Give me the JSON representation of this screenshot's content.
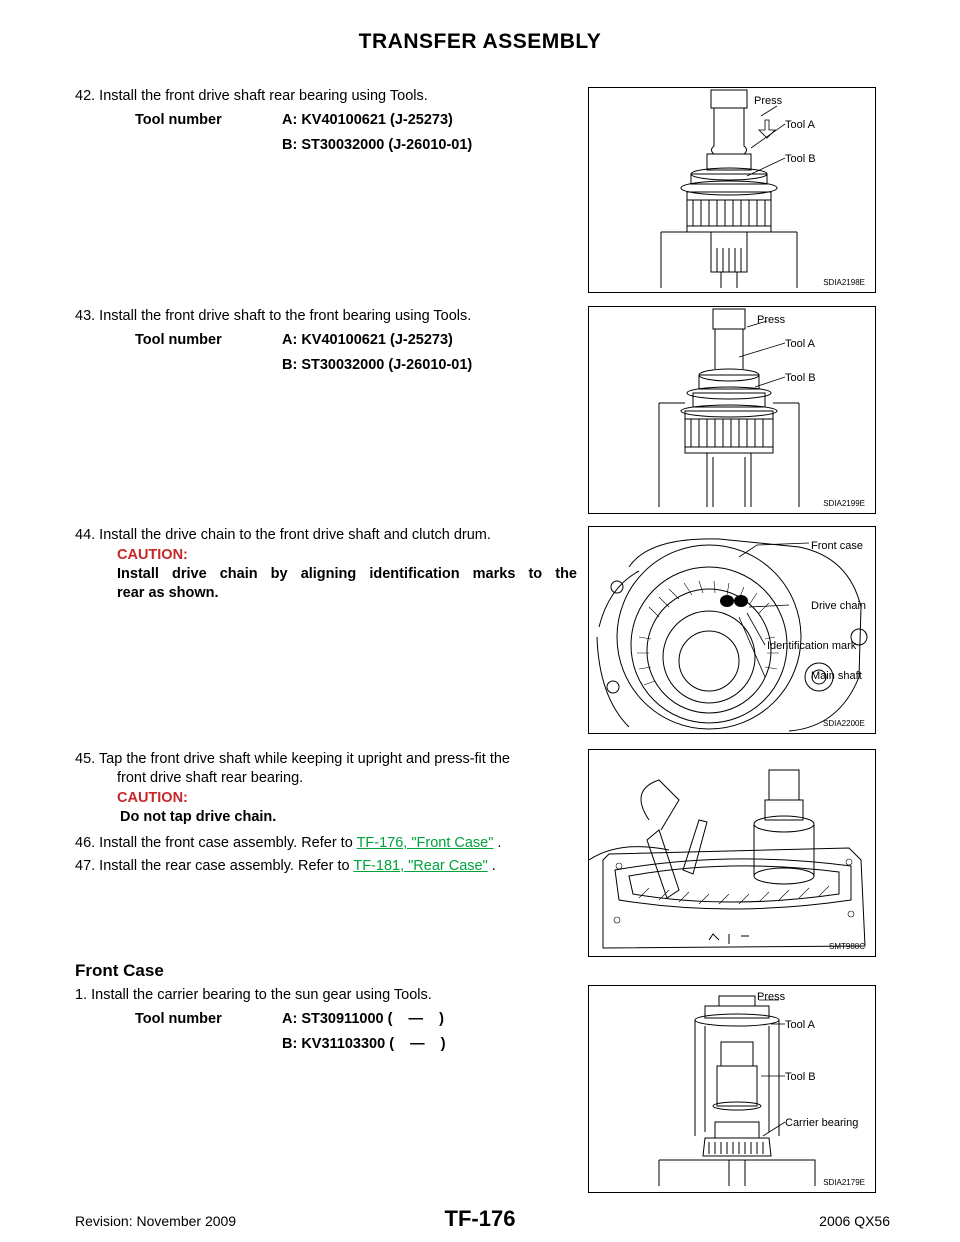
{
  "header": {
    "title": "TRANSFER ASSEMBLY"
  },
  "steps": {
    "s42": {
      "text": "42.  Install the front drive shaft rear bearing using Tools.",
      "tool_label": "Tool number",
      "tool_a": "A: KV40100621 (J-25273)",
      "tool_b": "B: ST30032000 (J-26010-01)"
    },
    "s43": {
      "text": "43.  Install the front drive shaft to the front bearing using Tools.",
      "tool_label": "Tool number",
      "tool_a": "A: KV40100621 (J-25273)",
      "tool_b": "B: ST30032000 (J-26010-01)"
    },
    "s44": {
      "text": "44.  Install the drive chain to the front drive shaft and clutch drum.",
      "caution_label": "CAUTION:",
      "caution_line1": "Install drive chain by aligning identification marks to the",
      "caution_line2": "rear as shown."
    },
    "s45": {
      "text_line1": "45.  Tap the front drive shaft while keeping it upright and press-fit the",
      "text_line2": "front drive shaft rear bearing.",
      "caution_label": "CAUTION:",
      "caution_text": "Do not tap drive chain."
    },
    "s46": {
      "text": "46.  Install the front case assembly. Refer to",
      "link": "TF-176, \"Front Case\"",
      "suffix": "."
    },
    "s47": {
      "text": "47.  Install the rear case assembly. Refer to",
      "link": "TF-181, \"Rear Case\"",
      "suffix": "."
    }
  },
  "front_case": {
    "heading": "Front Case",
    "step1": "1.  Install the carrier bearing to the sun gear using Tools.",
    "tool_label": "Tool number",
    "tool_a": "A: ST30911000 (    —    )",
    "tool_b": "B: KV31103300 (    —    )"
  },
  "figures": {
    "fig1": {
      "id": "SDIA2198E",
      "press": "Press",
      "tool_a": "Tool A",
      "tool_b": "Tool B"
    },
    "fig2": {
      "id": "SDIA2199E",
      "press": "Press",
      "tool_a": "Tool A",
      "tool_b": "Tool B"
    },
    "fig3": {
      "id": "SDIA2200E",
      "front_case": "Front case",
      "drive_chain": "Drive chain",
      "id_mark": "Identification mark",
      "main_shaft": "Main shaft"
    },
    "fig4": {
      "id": "SMT988C"
    },
    "fig5": {
      "id": "SDIA2179E",
      "press": "Press",
      "tool_a": "Tool A",
      "tool_b": "Tool B",
      "carrier": "Carrier bearing"
    }
  },
  "footer": {
    "revision": "Revision: November 2009",
    "page": "TF-176",
    "model": "2006 QX56"
  }
}
